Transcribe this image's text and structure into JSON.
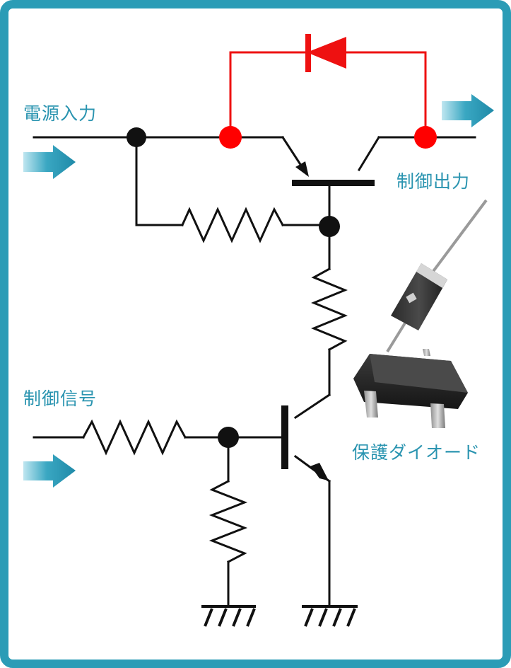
{
  "labels": {
    "power_input": "電源入力",
    "control_output": "制御出力",
    "control_signal": "制御信号",
    "protection_diode": "保護ダイオード"
  },
  "colors": {
    "frame": "#2b9cb6",
    "label": "#2a94b0",
    "arrow": "#2a94b0",
    "wire": "#111111",
    "diode_path": "#ee1111",
    "node_black": "#111111",
    "node_red": "#ff0000"
  },
  "icons": {
    "component_photo": "diode-and-sot23-package-icon"
  }
}
